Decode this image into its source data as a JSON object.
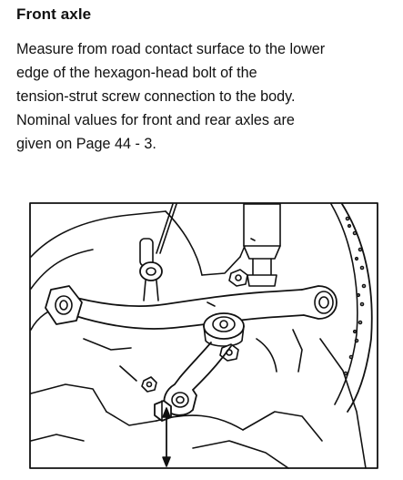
{
  "document": {
    "heading": "Front axle",
    "paragraph_lines": [
      "Measure from road contact surface to the lower",
      "edge of the hexagon-head bolt of the",
      "tension-strut screw connection to the body.",
      "Nominal values for front and rear axles are",
      "given on Page 44 - 3."
    ]
  },
  "figure": {
    "stroke_color": "#111111",
    "fill_color": "#ffffff",
    "measurement_icon": "double-arrow-icon"
  }
}
